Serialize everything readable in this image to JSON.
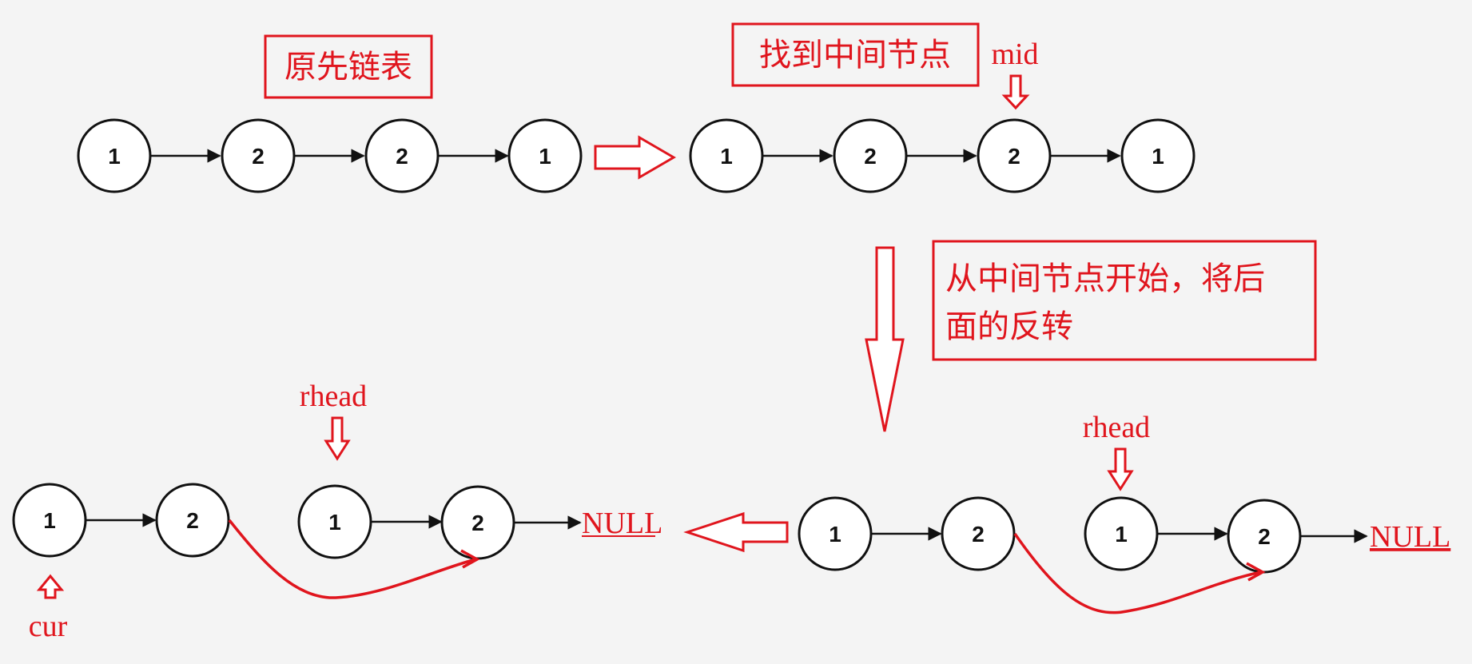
{
  "labels": {
    "original_list": "原先链表",
    "find_middle": "找到中间节点",
    "mid": "mid",
    "reverse_line1": "从中间节点开始，将后",
    "reverse_line2": "面的反转",
    "rhead": "rhead",
    "cur": "cur",
    "null": "NULL"
  },
  "lists": {
    "original": [
      "1",
      "2",
      "2",
      "1"
    ],
    "after_find_middle": [
      "1",
      "2",
      "2",
      "1"
    ],
    "reversed_front": [
      "1",
      "2"
    ],
    "reversed_back": [
      "1",
      "2"
    ],
    "final_front": [
      "1",
      "2"
    ],
    "final_back": [
      "1",
      "2"
    ]
  },
  "colors": {
    "annotation": "#e0151d",
    "node_stroke": "#111111",
    "background": "#f4f4f4"
  }
}
